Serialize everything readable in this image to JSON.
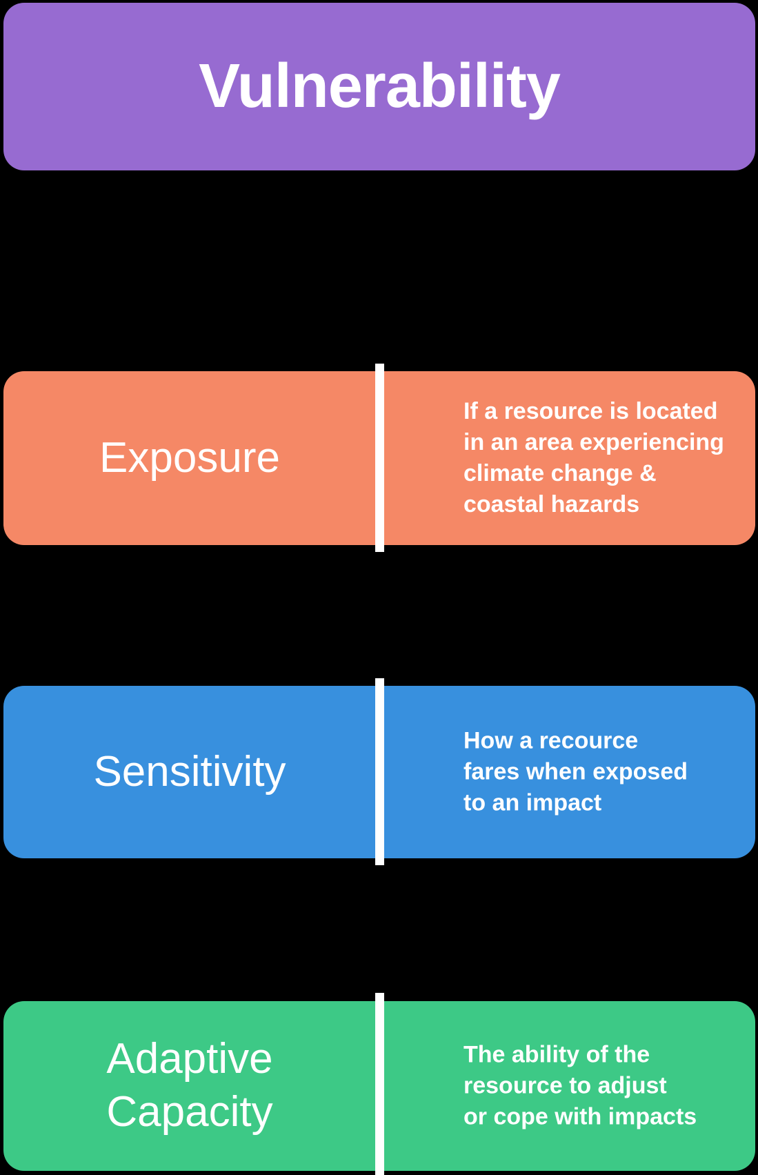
{
  "background_color": "#000000",
  "text_color": "#ffffff",
  "divider_color": "#ffffff",
  "header": {
    "label": "Vulnerability",
    "background": "#976bd1"
  },
  "sections": [
    {
      "id": "exposure",
      "title": "Exposure",
      "description": "If a resource is located\nin an area experiencing\nclimate change &\ncoastal hazards",
      "color": "#f58866"
    },
    {
      "id": "sensitivity",
      "title": "Sensitivity",
      "description": "How a recource\nfares when exposed\nto an impact",
      "color": "#3890de"
    },
    {
      "id": "adaptive-capacity",
      "title": "Adaptive\nCapacity",
      "description": "The ability of the\nresource to adjust\nor cope with impacts",
      "color": "#3dc986"
    }
  ]
}
